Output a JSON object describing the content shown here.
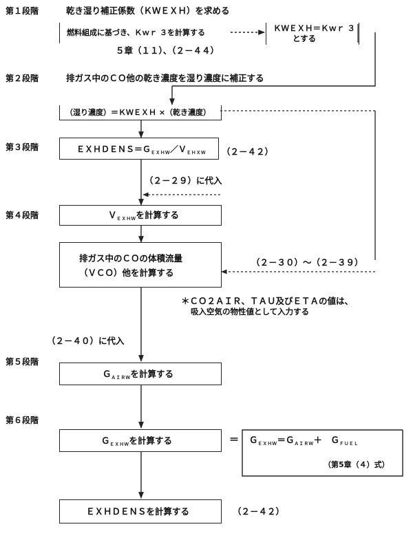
{
  "stages": [
    {
      "label": "第１段階",
      "heading": "乾き湿り補正係数（ＫＷＥＸＨ）を求める"
    },
    {
      "label": "第２段階",
      "heading": "排ガス中のＣＯ他の乾き濃度を湿り濃度に補正する"
    },
    {
      "label": "第３段階"
    },
    {
      "label": "第４段階"
    },
    {
      "label": "第５段階"
    },
    {
      "label": "第６段階"
    }
  ],
  "boxes": {
    "fuel_composition": "燃料組成に基づき、Ｋｗｒ ３を計算する",
    "kwexh_line1": "ＫＷＥＸＨ＝Ｋｗｒ ３",
    "kwexh_line2": "とする",
    "wet_conc": "（湿り濃度）＝ＫＷＥＸＨ ×（乾き濃度）",
    "exhdens_eq_main": "ＥＸＨＤＥＮＳ＝Ｇ",
    "exhdens_eq_sub1": "ＥＸＨＷ",
    "exhdens_eq_mid": "／Ｖ",
    "exhdens_eq_sub2": "ＥＨＸＷ",
    "vexhw_main": "Ｖ",
    "vexhw_sub": "ＥＸＨＷ",
    "vexhw_tail": "を計算する",
    "vco_line1": "排ガス中のＣＯの体積流量",
    "vco_line2": "（ＶＣＯ）他を計算する",
    "gairw_main": "Ｇ",
    "gairw_sub": "ＡＩＲＷ",
    "gairw_tail": "を計算する",
    "gexhw_main": "Ｇ",
    "gexhw_sub": "ＥＸＨＷ",
    "gexhw_tail": "を計算する",
    "formula_g1": "Ｇ",
    "formula_s1": "ＥＸＨＷ",
    "formula_eq": "＝Ｇ",
    "formula_s2": "ＡＩＲＷ",
    "formula_plus": "＋　Ｇ",
    "formula_s3": "ＦＵＥＬ",
    "formula_note": "（第5章（４）式）",
    "exhdens_final": "ＥＸＨＤＥＮＳを計算する"
  },
  "refs": {
    "ch5": "５章（１１）、（２－４４）",
    "eq2_42a": "（２－４２）",
    "eq2_29": "（２－２９）に代入",
    "eq2_30_39": "（２－３０）～（２－３９）",
    "eq2_40": "（２－４０）に代入",
    "eq2_42b": "（２－４２）",
    "equals_sign": "＝"
  },
  "note": {
    "line1": "＊ＣＯ２ＡＩＲ、ＴＡＵ及びＥＴＡの値は、",
    "line2": "吸入空気の物性値として入力する"
  }
}
